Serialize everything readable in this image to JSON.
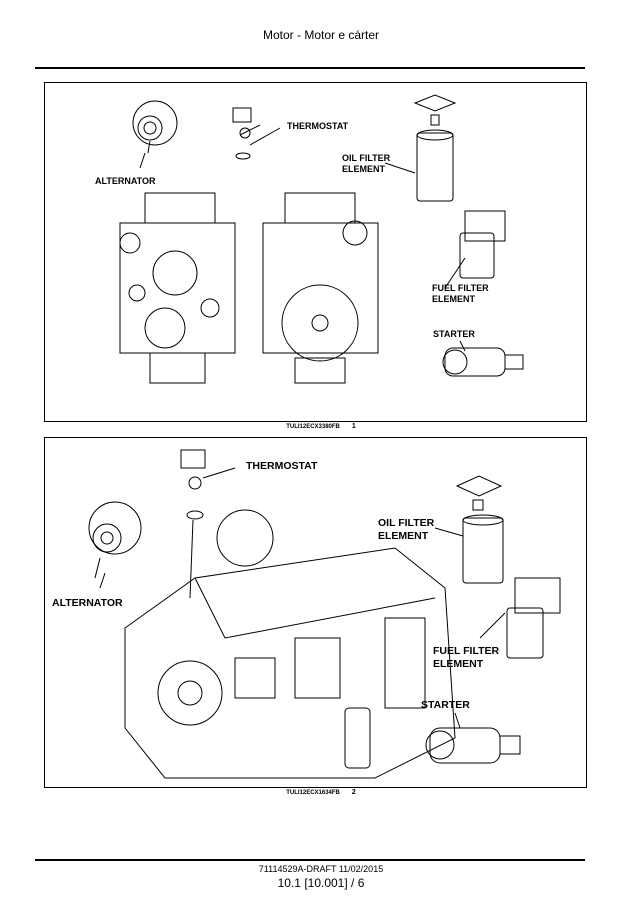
{
  "header": {
    "title": "Motor - Motor e cárter"
  },
  "figures": [
    {
      "number": "1",
      "code": "TULI12ECX3380FB",
      "labels": {
        "alternator": "ALTERNATOR",
        "thermostat": "THERMOSTAT",
        "oil_filter": "OIL FILTER ELEMENT",
        "fuel_filter": "FUEL FILTER ELEMENT",
        "starter": "STARTER"
      }
    },
    {
      "number": "2",
      "code": "TULI12ECX1634FB",
      "labels": {
        "alternator": "ALTERNATOR",
        "thermostat": "THERMOSTAT",
        "oil_filter": "OIL FILTER ELEMENT",
        "fuel_filter": "FUEL FILTER ELEMENT",
        "starter": "STARTER"
      }
    }
  ],
  "footer": {
    "doc": "71114529A-DRAFT 11/02/2015",
    "page": "10.1 [10.001] / 6"
  }
}
